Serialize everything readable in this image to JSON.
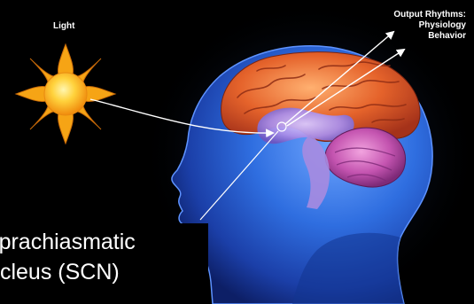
{
  "labels": {
    "light": "Light",
    "output_title": "Output Rhythms:",
    "output_items": [
      "Physiology",
      "Behavior"
    ],
    "scn_line_1": "Suprachiasmatic",
    "scn_line_2": "Nucleus (SCN)"
  },
  "icons": [
    "sun-icon",
    "arrow-icon"
  ],
  "colors": {
    "background": "#000000",
    "head": "#2d66d8",
    "brain": "#e2612c",
    "cerebellum": "#c454b0",
    "sun": "#ffb21c",
    "text": "#ffffff"
  }
}
